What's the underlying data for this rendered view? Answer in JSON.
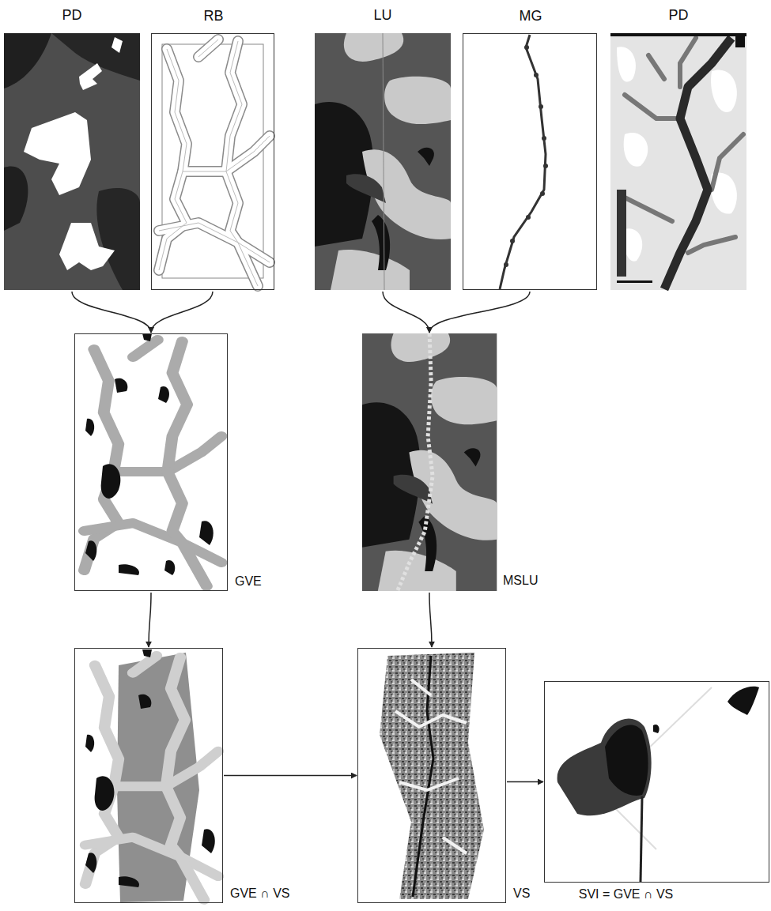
{
  "diagram": {
    "nodes": [
      {
        "text": [
          "PD"
        ]
      },
      {
        "text": [
          "RB"
        ]
      },
      {
        "text": [
          "LU"
        ]
      },
      {
        "text": [
          "MG"
        ]
      },
      {
        "text": [
          "PD"
        ]
      },
      {
        "text": [
          "GVE"
        ]
      },
      {
        "text": [
          "MSLU"
        ]
      },
      {
        "text": [
          "GVE ∩ VS"
        ]
      },
      {
        "text": [
          "VS"
        ]
      },
      {
        "text": [
          "SVI = GVE ∩ VS"
        ]
      }
    ],
    "edges": [
      {
        "from": 0,
        "to": 5,
        "arrow": "to"
      },
      {
        "from": 1,
        "to": 5,
        "arrow": "to"
      },
      {
        "from": 2,
        "to": 6,
        "arrow": "to"
      },
      {
        "from": 3,
        "to": 6,
        "arrow": "to"
      },
      {
        "from": 5,
        "to": 7,
        "arrow": "to"
      },
      {
        "from": 6,
        "to": 8,
        "arrow": "to"
      },
      {
        "from": 7,
        "to": 8,
        "arrow": "to"
      },
      {
        "from": 8,
        "to": 9,
        "arrow": "to"
      }
    ]
  }
}
